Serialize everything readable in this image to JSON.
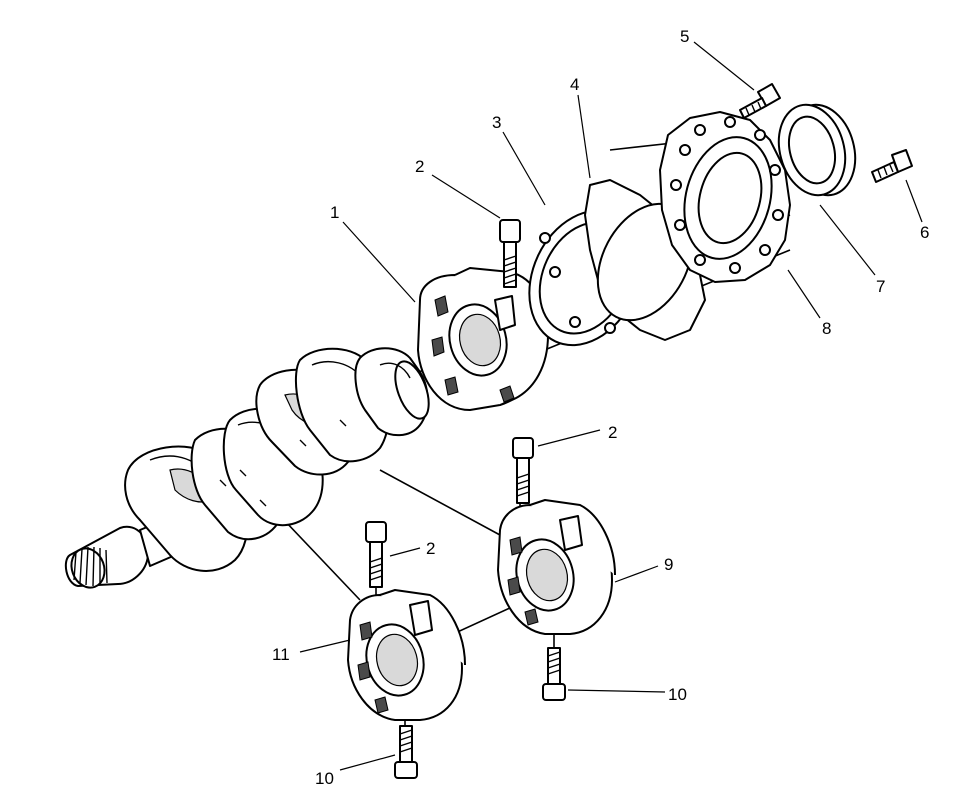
{
  "colors": {
    "line": "#000000",
    "background": "#ffffff",
    "shading": "#d9d9d9"
  },
  "callouts": {
    "c1": "1",
    "c2a": "2",
    "c2b": "2",
    "c2c": "2",
    "c3": "3",
    "c4": "4",
    "c5": "5",
    "c6": "6",
    "c7": "7",
    "c8": "8",
    "c9": "9",
    "c10a": "10",
    "c10b": "10",
    "c11": "11"
  }
}
